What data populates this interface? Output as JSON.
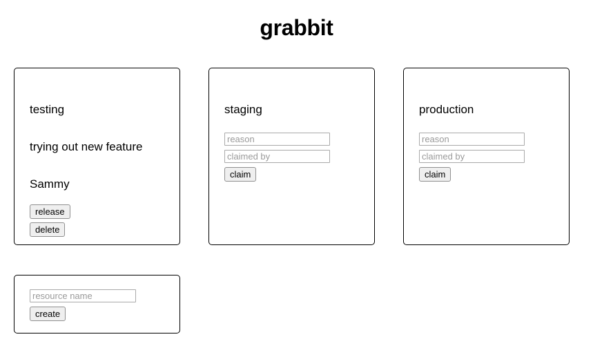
{
  "app": {
    "title": "grabbit"
  },
  "resources": [
    {
      "name": "testing",
      "claimed": true,
      "reason": "trying out new feature",
      "claimed_by": "Sammy",
      "release_label": "release",
      "delete_label": "delete"
    },
    {
      "name": "staging",
      "claimed": false,
      "reason_placeholder": "reason",
      "claimed_by_placeholder": "claimed by",
      "claim_label": "claim"
    },
    {
      "name": "production",
      "claimed": false,
      "reason_placeholder": "reason",
      "claimed_by_placeholder": "claimed by",
      "claim_label": "claim"
    }
  ],
  "create": {
    "name_placeholder": "resource name",
    "create_label": "create"
  },
  "colors": {
    "background": "#ffffff",
    "text": "#000000",
    "card_border": "#000000",
    "input_border": "#a9a9a9",
    "placeholder": "#9a9a9a",
    "button_face": "#efefef",
    "button_border": "#8f8f8f"
  }
}
